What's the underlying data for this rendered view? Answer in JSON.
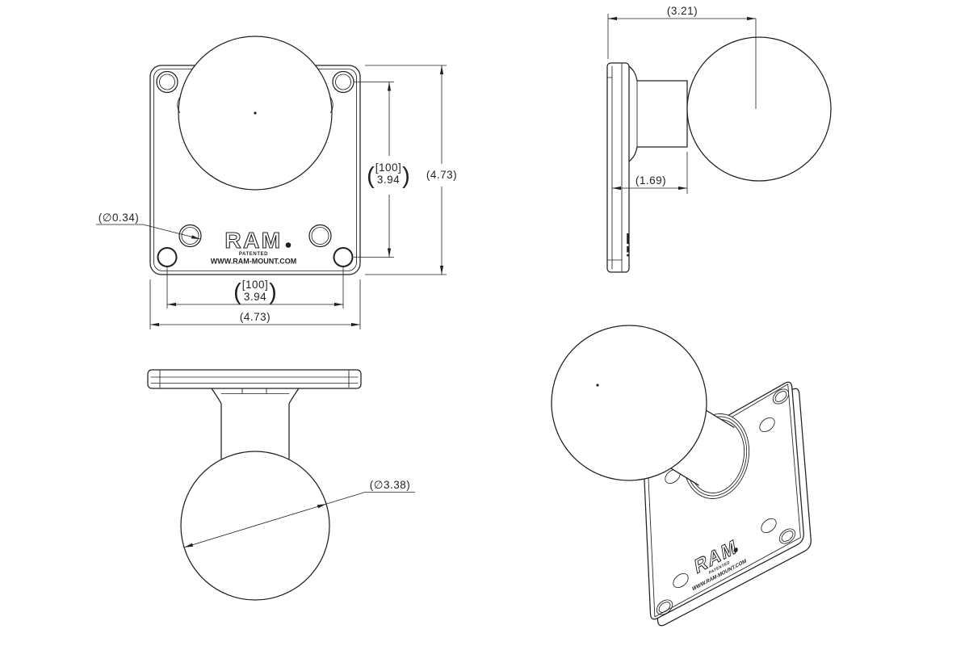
{
  "drawing": {
    "title": "RAM square VESA plate with ball - dimensioned drawing",
    "background_color": "#ffffff",
    "line_color": "#231f20",
    "logo": {
      "brand": "RAM",
      "patented": "PATENTED",
      "website": "WWW.RAM-MOUNT.COM"
    },
    "front_view": {
      "dim_hole_diameter": "(∅0.34)",
      "dim_vesa_mm": "[100]",
      "dim_vesa_in": "3.94",
      "dim_overall": "(4.73)",
      "paren_open": "(",
      "paren_close": ")"
    },
    "side_view": {
      "dim_base_to_ball_center": "(3.21)",
      "dim_base_to_socket_face": "(1.69)"
    },
    "bottom_view": {
      "dim_ball_diameter": "(∅3.38)"
    }
  }
}
